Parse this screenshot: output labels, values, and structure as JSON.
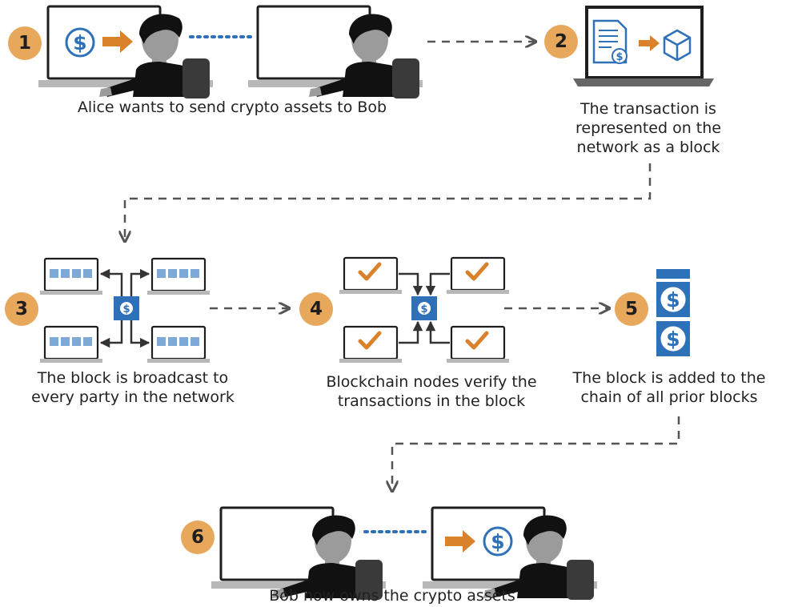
{
  "steps": [
    {
      "number": "1",
      "caption": [
        "Alice wants to send crypto assets to Bob"
      ]
    },
    {
      "number": "2",
      "caption": [
        "The transaction is",
        "represented on the",
        "network as a block"
      ]
    },
    {
      "number": "3",
      "caption": [
        "The block is broadcast to",
        "every party in the network"
      ]
    },
    {
      "number": "4",
      "caption": [
        "Blockchain nodes verify the",
        "transactions in the block"
      ]
    },
    {
      "number": "5",
      "caption": [
        "The block is added to the",
        "chain of all prior blocks"
      ]
    },
    {
      "number": "6",
      "caption": [
        "Bob now owns the crypto assets"
      ]
    }
  ],
  "icons": {
    "dollar": "$",
    "person": "person-at-computer-icon",
    "document": "document-icon",
    "cube": "cube-icon",
    "checkmark": "checkmark-icon",
    "laptop": "laptop-icon"
  },
  "colors": {
    "badge": "#e7a85c",
    "arrow_orange": "#d9822b",
    "blue": "#2f71b8",
    "light_blue": "#7ea9d6",
    "dark": "#222222",
    "gray": "#777777"
  }
}
